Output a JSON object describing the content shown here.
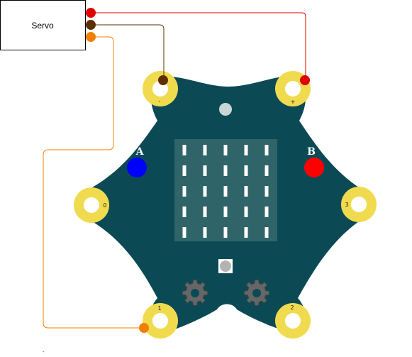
{
  "servo": {
    "label": "Servo"
  },
  "buttons": {
    "a_label": "A",
    "b_label": "B"
  },
  "pins": {
    "minus": "-",
    "plus": "+",
    "p0": "0",
    "p1": "1",
    "p2": "2",
    "p3": "3"
  },
  "corner_mark": "″",
  "colors": {
    "board": "#0b4a55",
    "pad_ring": "#f0db4f",
    "wire_power": "#e00000",
    "wire_ground": "#5c3000",
    "wire_signal": "#f08000",
    "button_a": "#0000ff",
    "button_b": "#ff0000",
    "led": "#ffffff",
    "matrix_bg": "#2f6468"
  },
  "led_matrix": {
    "rows": 5,
    "cols": 5
  }
}
